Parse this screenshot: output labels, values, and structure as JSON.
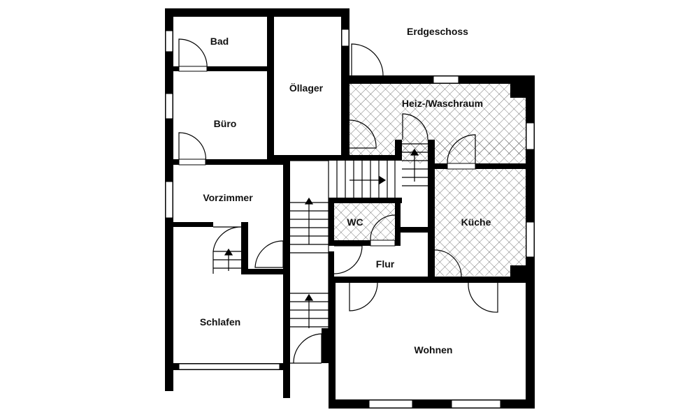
{
  "title": "Erdgeschoss",
  "rooms": {
    "bad": "Bad",
    "buero": "Büro",
    "oellager": "Öllager",
    "heiz": "Heiz-/Waschraum",
    "vorzimmer": "Vorzimmer",
    "wc": "WC",
    "kueche": "Küche",
    "flur": "Flur",
    "schlafen": "Schlafen",
    "wohnen": "Wohnen"
  },
  "colors": {
    "wall": "#000000",
    "background": "#ffffff",
    "tile_hatch": "#555555"
  }
}
